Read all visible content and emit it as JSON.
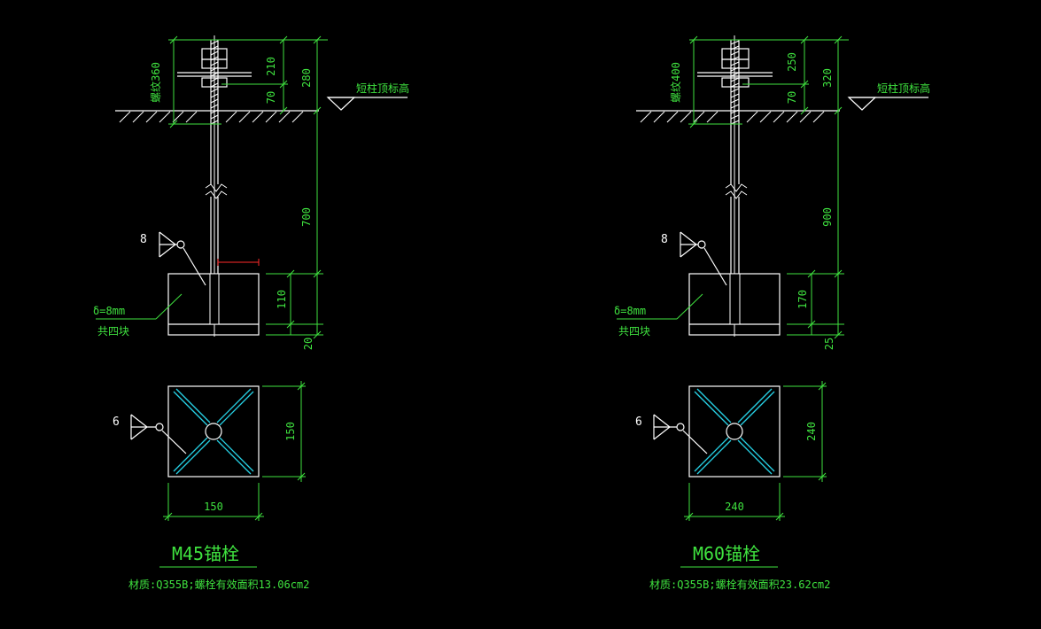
{
  "colors": {
    "background": "#000000",
    "dimension": "#3fe23f",
    "outline": "#ffffff",
    "stiffener": "#27d2e6",
    "highlight": "#ff2a2a"
  },
  "left": {
    "title": "M45锚栓",
    "note": "材质:Q355B;螺栓有效面积13.06cm2",
    "bolt_length_label": "螺纹360",
    "dim_top_a": "210",
    "dim_top_b": "70",
    "dim_top_total": "280",
    "dim_embed": "700",
    "dim_plate_h": "110",
    "dim_base": "20",
    "elev_label": "短柱顶标高",
    "weld_size_side": "8",
    "plate_thickness": "δ=8mm",
    "plate_count": "共四块",
    "weld_size_plan": "6",
    "plan_width": "150",
    "plan_height": "150"
  },
  "right": {
    "title": "M60锚栓",
    "note": "材质:Q355B;螺栓有效面积23.62cm2",
    "bolt_length_label": "螺纹400",
    "dim_top_a": "250",
    "dim_top_b": "70",
    "dim_top_total": "320",
    "dim_embed": "900",
    "dim_plate_h": "170",
    "dim_base": "25",
    "elev_label": "短柱顶标高",
    "weld_size_side": "8",
    "plate_thickness": "δ=8mm",
    "plate_count": "共四块",
    "weld_size_plan": "6",
    "plan_width": "240",
    "plan_height": "240"
  }
}
